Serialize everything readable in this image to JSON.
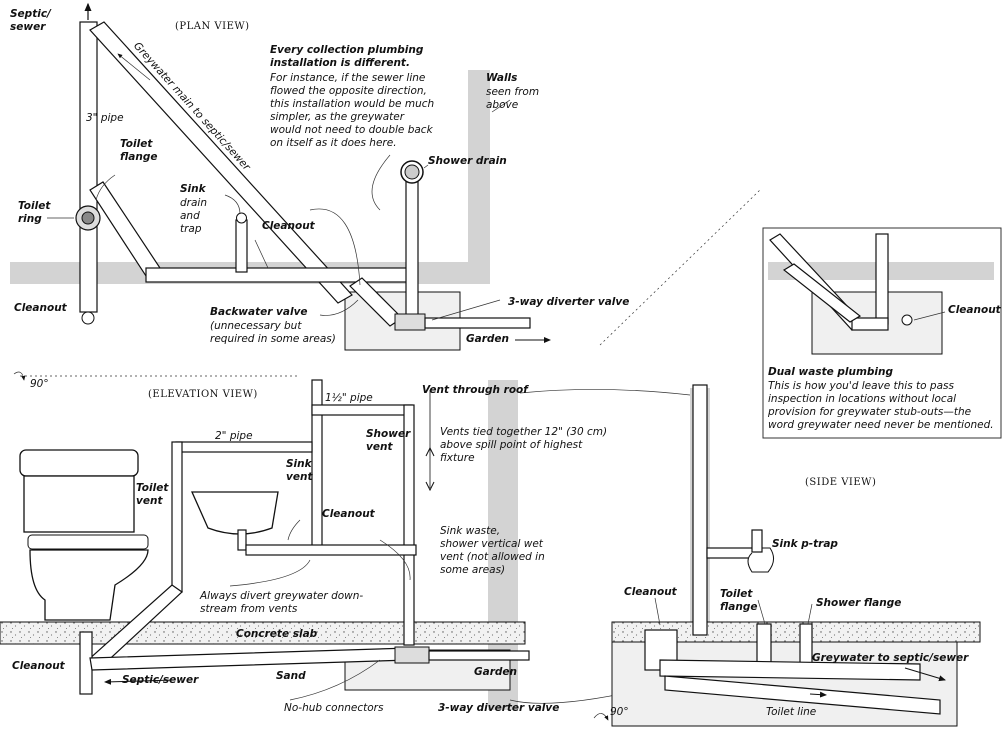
{
  "views": {
    "plan": "(PLAN VIEW)",
    "elevation": "(ELEVATION VIEW)",
    "side": "(SIDE VIEW)"
  },
  "angle": "90°",
  "plan": {
    "septic_sewer": "Septic/\nsewer",
    "greywater_main": "Greywater main to septic/sewer",
    "pipe_3in": "3\" pipe",
    "toilet_flange": "Toilet\nflange",
    "toilet_ring": "Toilet\nring",
    "cleanout_left": "Cleanout",
    "sink_drain": "Sink",
    "sink_drain_sub": "drain\nand\ntrap",
    "cleanout": "Cleanout",
    "backwater_valve": "Backwater valve",
    "backwater_note": "(unnecessary but\nrequired in some areas)",
    "diverter": "3-way diverter valve",
    "garden": "Garden",
    "shower_drain": "Shower drain",
    "walls": "Walls",
    "walls_sub": "seen from\nabove",
    "note_title": "Every collection plumbing\ninstallation is different.",
    "note_body": "For instance, if the sewer line\nflowed the opposite direction,\nthis installation would be much\nsimpler, as the greywater\nwould not need to double back\non itself as it does here."
  },
  "inset": {
    "cleanout": "Cleanout",
    "title": "Dual waste plumbing",
    "body": "This is how you'd leave this to pass inspection in locations without local provision for greywater stub-outs—the word greywater need never be mentioned."
  },
  "elevation": {
    "vent_roof": "Vent through roof",
    "pipe_15": "1½\" pipe",
    "pipe_2": "2\" pipe",
    "shower_vent": "Shower\nvent",
    "sink_vent": "Sink\nvent",
    "toilet_vent": "Toilet\nvent",
    "vents_tied": "Vents tied together 12\" (30 cm)\nabove spill point of highest\nfixture",
    "cleanout": "Cleanout",
    "sink_waste": "Sink waste,\nshower vertical wet\nvent (not allowed in\nsome areas)",
    "always_divert": "Always divert greywater down-\nstream from vents",
    "concrete_slab": "Concrete slab",
    "cleanout_left": "Cleanout",
    "septic": "Septic/sewer",
    "sand": "Sand",
    "garden": "Garden",
    "no_hub": "No-hub connectors",
    "diverter": "3-way diverter valve"
  },
  "side": {
    "sink_ptrap": "Sink p-trap",
    "cleanout": "Cleanout",
    "toilet_flange": "Toilet\nflange",
    "shower_flange": "Shower flange",
    "greywater_septic": "Greywater to septic/sewer",
    "toilet_line": "Toilet line"
  }
}
